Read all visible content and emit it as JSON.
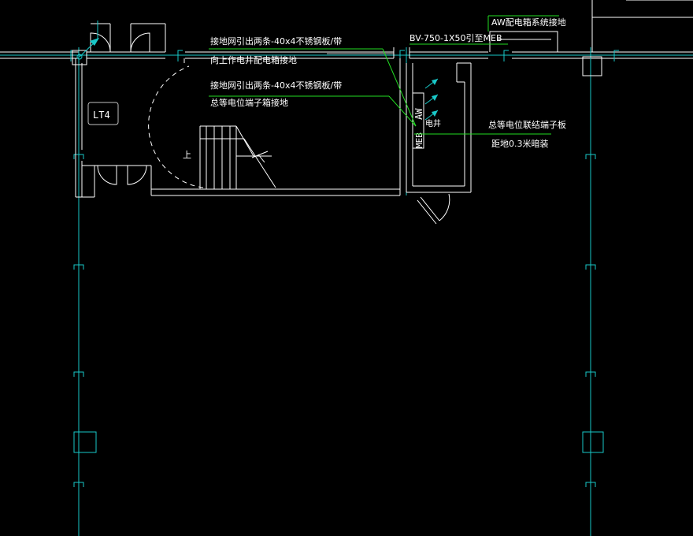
{
  "notes": {
    "note1_line1": "接地网引出两条-40x4不锈钢板/带",
    "note1_line2": "向上作电井配电箱接地",
    "note2_line1": "接地网引出两条-40x4不锈钢板/带",
    "note2_line2": "总等电位端子箱接地",
    "cable": "BV-750-1X50引至MEB",
    "aw_ground": "AW配电箱系统接地",
    "meb_line1": "总等电位联结端子板",
    "meb_line2": "距地0.3米暗装"
  },
  "labels": {
    "elevator": "LT4",
    "panel_aw": "AW",
    "panel_meb": "MEB",
    "shaft": "电井",
    "stair_up": "上"
  },
  "colors": {
    "background": "#000000",
    "walls": "#ffffff",
    "axes": "#19c8c8",
    "leaders": "#22dd22"
  }
}
